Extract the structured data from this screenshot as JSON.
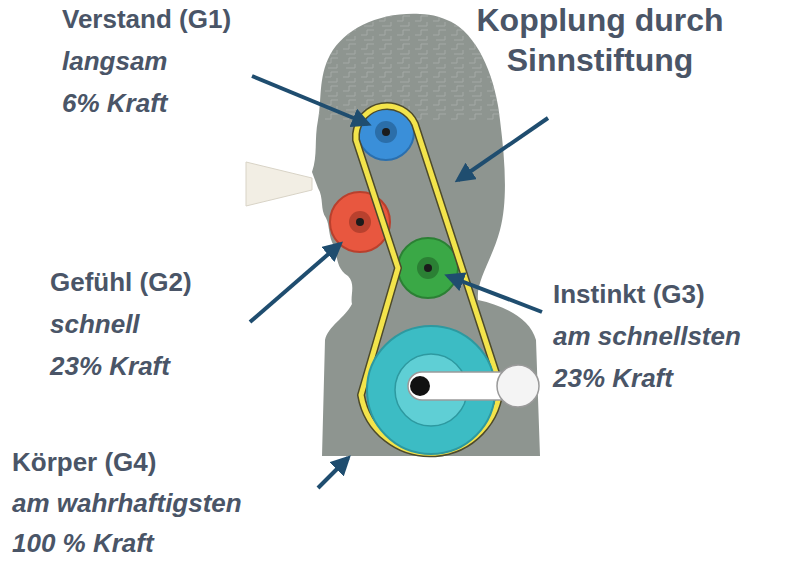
{
  "diagram": {
    "labels": [
      "Verstand (G1)",
      "langsam",
      "6% Kraft",
      "Kopplung durch Sinnstiftung",
      "Gefühl (G2)",
      "schnell",
      "23% Kraft",
      "Instinkt (G3)",
      "am schnellsten",
      "23% Kraft",
      "Körper (G4)",
      "am wahrhaftigsten",
      "100 % Kraft"
    ]
  }
}
